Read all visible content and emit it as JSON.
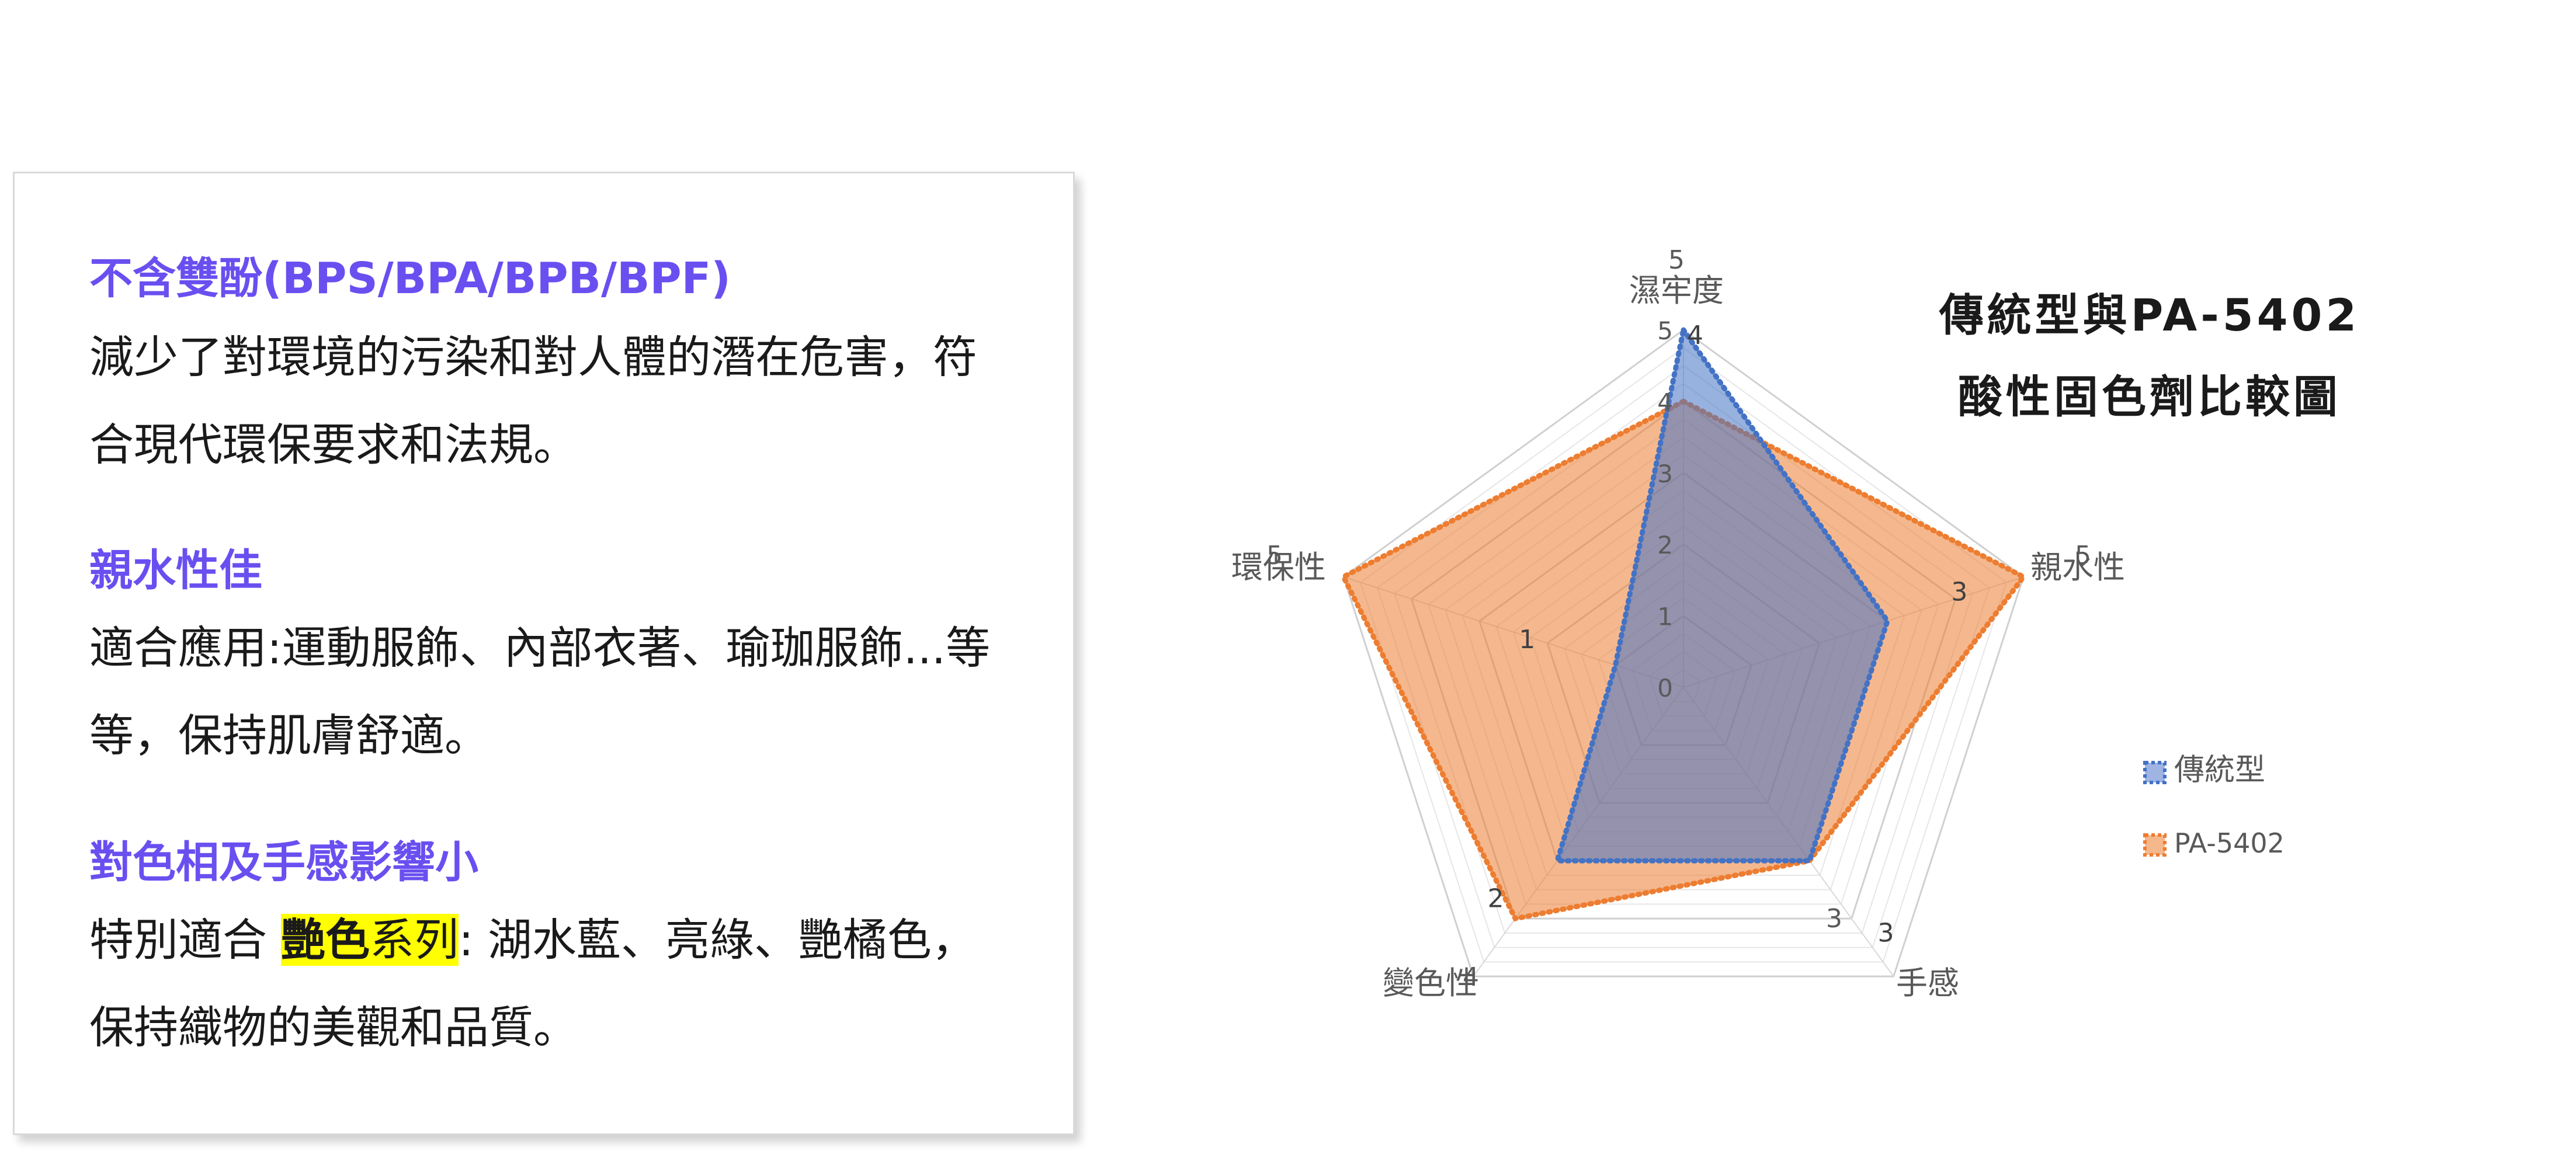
{
  "features": [
    {
      "heading": "不含雙酚(BPS/BPA/BPB/BPF)",
      "body": "減少了對環境的污染和對人體的潛在危害，符合現代環保要求和法規。"
    },
    {
      "heading": "親水性佳",
      "body": "適合應用:運動服飾、內部衣著、瑜珈服飾...等等，保持肌膚舒適。"
    },
    {
      "heading": "對色相及手感影響小",
      "body_prefix": "特別適合 ",
      "highlight_strong": "艷色",
      "highlight_rest": "系列",
      "body_suffix": ": 湖水藍、亮綠、艷橘色，保持織物的美觀和品質。"
    }
  ],
  "colors": {
    "heading": "#6a4ff0",
    "highlight": "#ffff00",
    "series_traditional": "#4472c4",
    "series_pa": "#ed7d31"
  },
  "chart_data": {
    "type": "radar",
    "title_line1": "傳統型與PA-5402",
    "title_line2": "酸性固色劑比較圖",
    "axes": [
      "濕牢度",
      "親水性",
      "手感",
      "變色性",
      "環保性"
    ],
    "axis_max_labels": [
      "5",
      "5",
      "3",
      "4",
      "5"
    ],
    "scale_tick_labels": [
      "0",
      "1",
      "2",
      "3",
      "4",
      "5"
    ],
    "range": [
      0,
      5
    ],
    "grid": true,
    "legend_position": "right",
    "series": [
      {
        "name": "傳統型",
        "values": [
          5,
          3,
          3,
          3,
          1
        ]
      },
      {
        "name": "PA-5402",
        "values": [
          4,
          5,
          3,
          4,
          5
        ]
      }
    ],
    "data_labels": [
      {
        "text": "4",
        "axis": 0,
        "value": 5
      },
      {
        "text": "3",
        "axis": 1,
        "value": 4.35
      },
      {
        "text": "2",
        "axis": 3,
        "value": 3.8
      },
      {
        "text": "1",
        "axis": 4,
        "value": 2.3
      },
      {
        "text": "3",
        "axis": 2,
        "value": 4.4
      }
    ]
  }
}
